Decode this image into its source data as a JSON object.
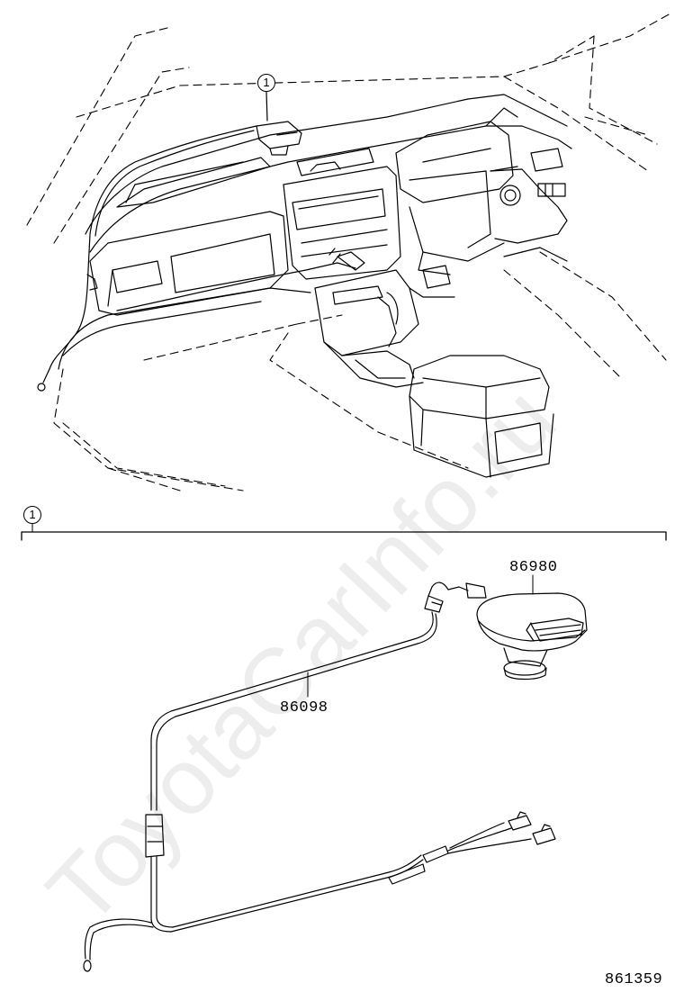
{
  "callouts": {
    "top": "1",
    "section": "1"
  },
  "parts": {
    "sensor": "86980",
    "harness": "86098"
  },
  "figure_code": "861359",
  "watermark": "ToyotaCarInfo.ru"
}
